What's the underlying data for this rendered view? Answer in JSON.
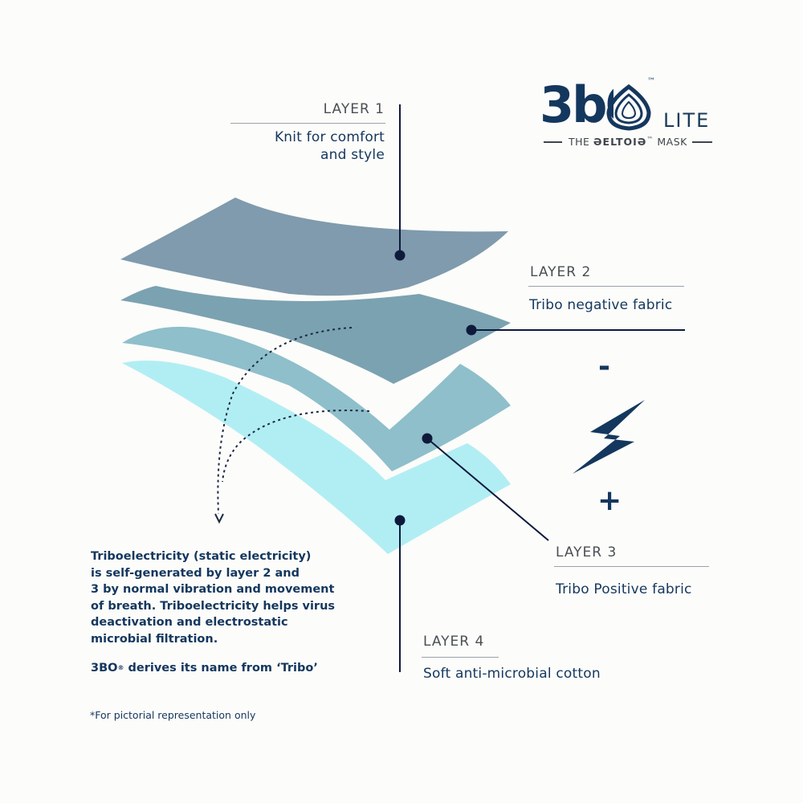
{
  "logo": {
    "wordmark": "3bO",
    "trademark": "™",
    "variant": "LITE",
    "tagline_prefix": "THE",
    "tagline_brand": "ƏELTOIƏ",
    "tagline_tm": "™",
    "tagline_suffix": "MASK"
  },
  "layers": [
    {
      "title": "LAYER 1",
      "desc_lines": [
        "Knit for comfort",
        "and style"
      ],
      "color": "#7f9bad"
    },
    {
      "title": "LAYER 2",
      "desc_lines": [
        "Tribo negative fabric"
      ],
      "color": "#7ba2b1"
    },
    {
      "title": "LAYER 3",
      "desc_lines": [
        "Tribo Positive fabric"
      ],
      "color": "#8ebfcb"
    },
    {
      "title": "LAYER 4",
      "desc_lines": [
        "Soft anti-microbial cotton"
      ],
      "color": "#b1eef3"
    }
  ],
  "charge": {
    "negative": "-",
    "positive": "+"
  },
  "note": {
    "lines": [
      "Triboelectricity (static electricity)",
      "is self-generated by layer 2 and",
      "3 by normal vibration and movement",
      "of breath. Triboelectricity helps virus",
      "deactivation and electrostatic",
      "microbial filtration."
    ],
    "name_line_prefix": "3BO",
    "name_line_mark": "®",
    "name_line_suffix": " derives its name from ‘Tribo’"
  },
  "footnote": "*For pictorial representation only",
  "colors": {
    "navy": "#14375e",
    "leader": "#0e1a3c",
    "layer1": "#7f9bad",
    "layer2": "#7ba2b1",
    "layer3": "#8ebfcb",
    "layer4": "#b1eef3"
  }
}
